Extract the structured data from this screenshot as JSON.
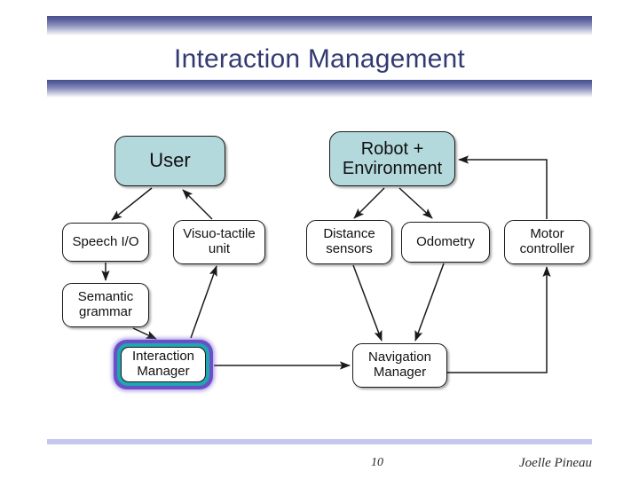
{
  "slide": {
    "title": "Interaction Management",
    "title_color": "#333a72",
    "accent_bar_color": "#474f8e",
    "footer_rule_color": "#c5c6ef"
  },
  "footer": {
    "page_number": "10",
    "author": "Joelle Pineau"
  },
  "diagram": {
    "type": "block-flow-diagram",
    "highlight_colors": {
      "glow_outer": "#6b4fc9",
      "glow_inner": "#1fa6ae",
      "node_fill_blue": "#b4d9dd"
    },
    "nodes": [
      {
        "id": "user",
        "label_line1": "User",
        "label_line2": "",
        "fill": "#b4d9dd"
      },
      {
        "id": "robot",
        "label_line1": "Robot  +",
        "label_line2": "Environment",
        "fill": "#b4d9dd"
      },
      {
        "id": "speech",
        "label_line1": "Speech I/O",
        "label_line2": "",
        "fill": "#ffffff"
      },
      {
        "id": "visuo",
        "label_line1": "Visuo-tactile",
        "label_line2": "unit",
        "fill": "#ffffff"
      },
      {
        "id": "distance",
        "label_line1": "Distance",
        "label_line2": "sensors",
        "fill": "#ffffff"
      },
      {
        "id": "odometry",
        "label_line1": "Odometry",
        "label_line2": "",
        "fill": "#ffffff"
      },
      {
        "id": "motor",
        "label_line1": "Motor",
        "label_line2": "controller",
        "fill": "#ffffff"
      },
      {
        "id": "semantic",
        "label_line1": "Semantic",
        "label_line2": "grammar",
        "fill": "#ffffff"
      },
      {
        "id": "interaction",
        "label_line1": "Interaction",
        "label_line2": "Manager",
        "fill": "#ffffff",
        "highlighted": true
      },
      {
        "id": "navigation",
        "label_line1": "Navigation",
        "label_line2": "Manager",
        "fill": "#ffffff"
      }
    ],
    "edges": [
      {
        "from": "user",
        "to": "speech"
      },
      {
        "from": "speech",
        "to": "semantic"
      },
      {
        "from": "semantic",
        "to": "interaction"
      },
      {
        "from": "interaction",
        "to": "visuo"
      },
      {
        "from": "visuo",
        "to": "user"
      },
      {
        "from": "interaction",
        "to": "navigation"
      },
      {
        "from": "robot",
        "to": "distance"
      },
      {
        "from": "robot",
        "to": "odometry"
      },
      {
        "from": "distance",
        "to": "navigation"
      },
      {
        "from": "odometry",
        "to": "navigation"
      },
      {
        "from": "navigation",
        "to": "motor"
      },
      {
        "from": "motor",
        "to": "robot"
      }
    ]
  }
}
